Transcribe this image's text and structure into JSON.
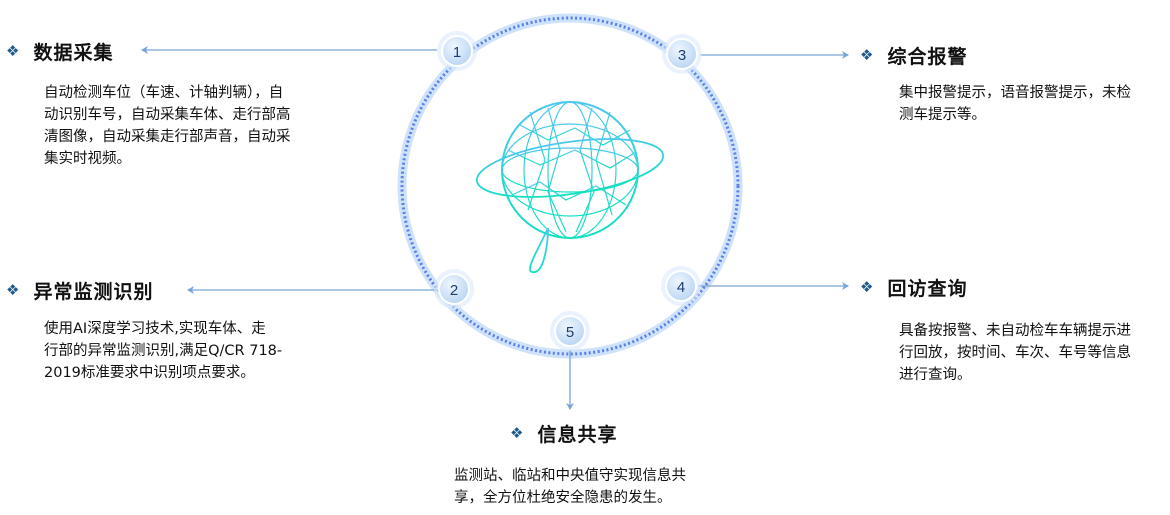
{
  "features": [
    {
      "id": 1,
      "title": "数据采集",
      "lines": [
        "自动检测车位（车速、计轴判辆），自",
        "动识别车号，自动采集车体、走行部高",
        "清图像，自动采集走行部声音，自动采",
        "集实时视频。"
      ]
    },
    {
      "id": 2,
      "title": "异常监测识别",
      "lines": [
        "使用AI深度学习技术,实现车体、走",
        "行部的异常监测识别,满足Q/CR 718-",
        "2019标准要求中识别项点要求。"
      ]
    },
    {
      "id": 3,
      "title": "综合报警",
      "lines": [
        "集中报警提示，语音报警提示，未检",
        "测车提示等。"
      ]
    },
    {
      "id": 4,
      "title": "回访查询",
      "lines": [
        "具备按报警、未自动检车车辆提示进",
        "行回放，按时间、车次、车号等信息",
        "进行查询。"
      ]
    },
    {
      "id": 5,
      "title": "信息共享",
      "lines": [
        "监测站、临站和中央值守实现信息共",
        "享，全方位杜绝安全隐患的发生。"
      ]
    }
  ],
  "node_labels": [
    "1",
    "2",
    "3",
    "4",
    "5"
  ],
  "icons": {
    "bullet": "diamond-cluster-icon",
    "center": "globe-network-icon"
  },
  "colors": {
    "ring": "#5b7fe8",
    "ring_glow": "#b9d6fb",
    "node_fill": "#c5dcf5",
    "node_text": "#1d3f6e",
    "connector": "#7aa3d6",
    "globe_top": "#4dc7ee",
    "globe_bottom": "#13e0c0",
    "bullet": "#1f5b8a"
  }
}
